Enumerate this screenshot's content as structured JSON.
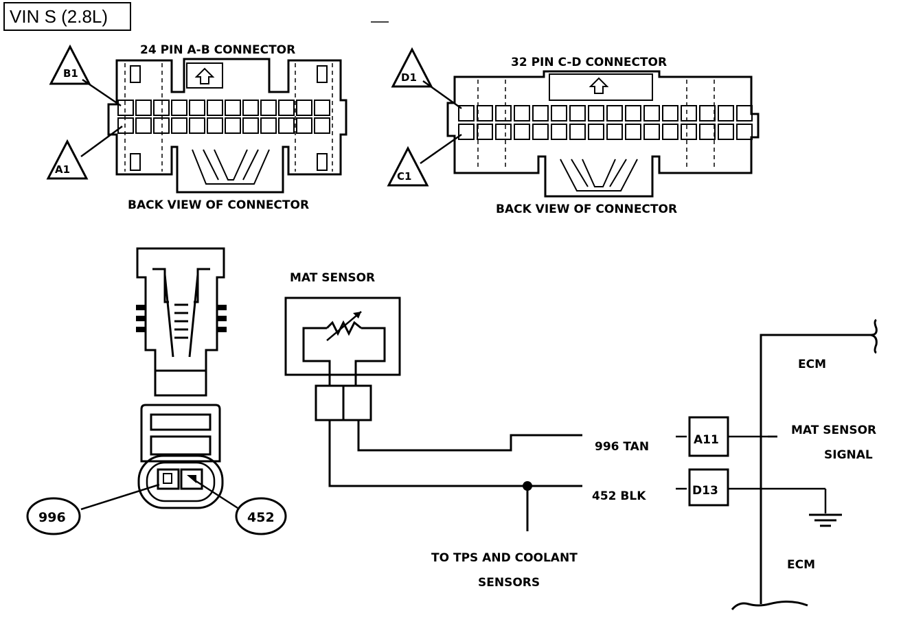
{
  "title": "VIN S (2.8L)",
  "connector_ab": {
    "heading": "24 PIN A-B  CONNECTOR",
    "caption": "BACK VIEW OF CONNECTOR",
    "pin_top": "B1",
    "pin_bottom": "A1"
  },
  "connector_cd": {
    "heading": "32 PIN C-D  CONNECTOR",
    "caption": "BACK VIEW OF CONNECTOR",
    "pin_top": "D1",
    "pin_bottom": "C1"
  },
  "sensor": {
    "label": "MAT SENSOR",
    "terminal_left": "996",
    "terminal_right": "452"
  },
  "wires": {
    "tan": "996 TAN",
    "blk": "452 BLK",
    "to_sensors_line1": "TO TPS AND COOLANT",
    "to_sensors_line2": "SENSORS"
  },
  "ecm": {
    "label_top": "ECM",
    "label_bottom": "ECM",
    "pin_a11": "A11",
    "pin_d13": "D13",
    "signal_line1": "MAT SENSOR",
    "signal_line2": "SIGNAL"
  }
}
